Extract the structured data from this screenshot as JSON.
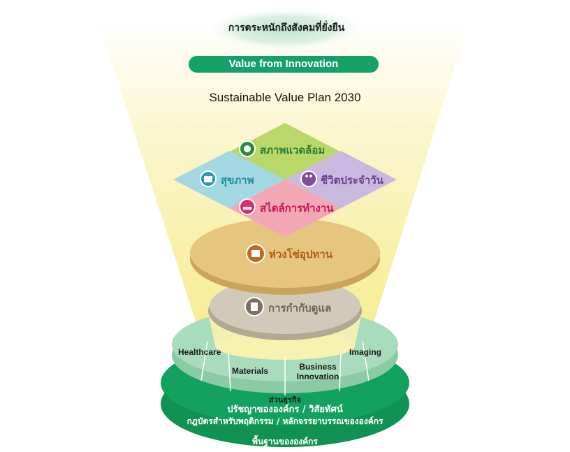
{
  "header": {
    "awareness": "การตระหนักถึงสังคมที่ยั่งยืน",
    "value": "Value from Innovation",
    "plan": "Sustainable Value Plan 2030"
  },
  "themes": {
    "environment": "สภาพแวดล้อม",
    "health": "สุขภาพ",
    "daily_life": "ชีวิตประจำวัน",
    "work_style": "สไตล์การทำงาน"
  },
  "supply_chain": "ห่วงโซ่อุปทาน",
  "governance": "การกำกับดูแล",
  "segments": {
    "healthcare": "Healthcare",
    "materials": "Materials",
    "business_innovation_1": "Business",
    "business_innovation_2": "Innovation",
    "imaging": "Imaging",
    "business_label": "ส่วนธุรกิจ"
  },
  "foundation": {
    "philosophy": "ปรัชญาขององค์กร / วิสัยทัศน์",
    "code": "กฎบัตรสำหรับพฤติกรรม / หลักจรรยาบรรณขององค์กร",
    "base": "พื้นฐานขององค์กร"
  },
  "colors": {
    "green": "#16a06a",
    "dark_green": "#0f9252",
    "light_green": "#9ed5b3",
    "diamond_top": "#b7d769",
    "diamond_left": "#9fd6e0",
    "diamond_right": "#c9b8dd",
    "diamond_bottom": "#f2a6b4",
    "supply": "#e5c37a",
    "governance": "#cfc6b5"
  }
}
